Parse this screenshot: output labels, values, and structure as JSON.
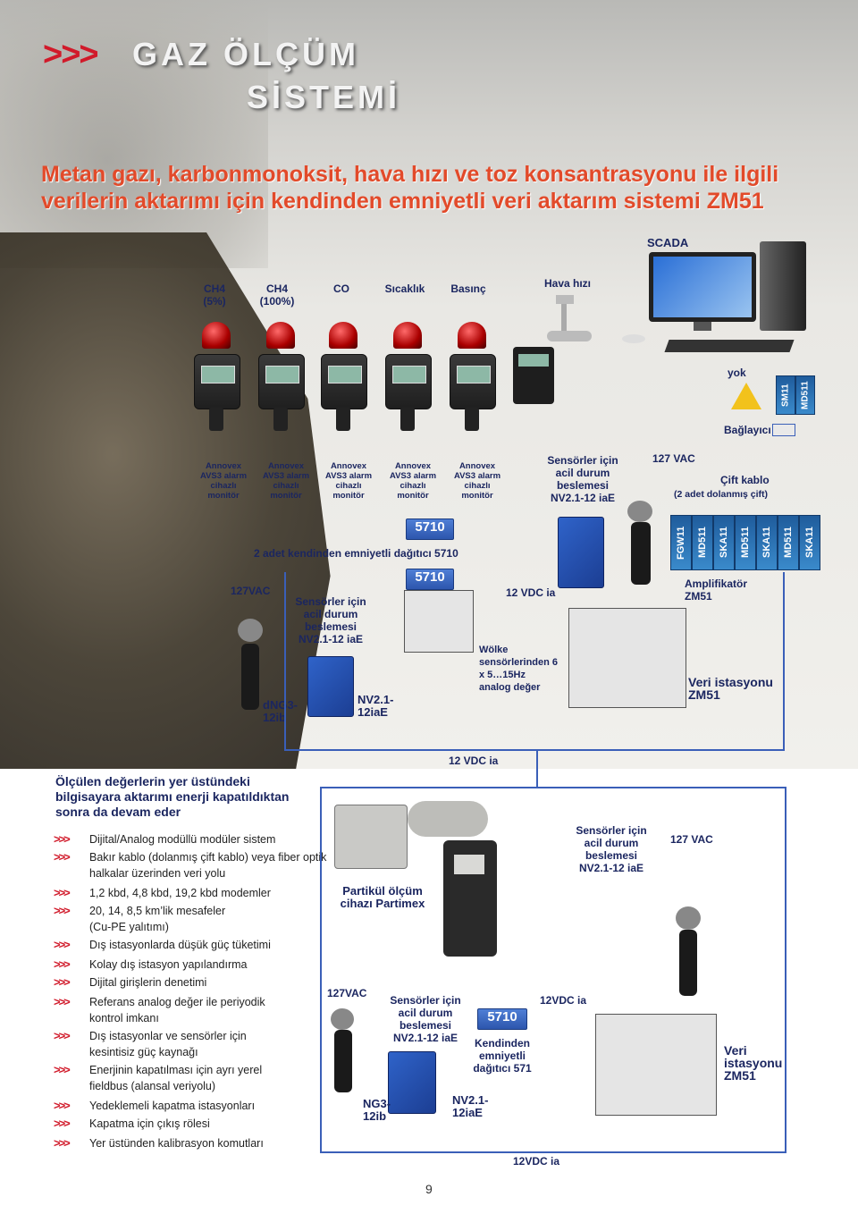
{
  "header": {
    "arrows": ">>>",
    "title_line1": "GAZ ÖLÇÜM",
    "title_line2": "SİSTEMİ",
    "subtitle": "Metan gazı, karbonmonoksit, hava hızı ve toz konsantrasyonu ile ilgili verilerin aktarımı için kendinden emniyetli veri aktarım sistemi ZM51"
  },
  "top_diagram": {
    "scada_label": "SCADA",
    "sensors": [
      {
        "label": "CH4\n(5%)",
        "caption": "Annovex AVS3 alarm cihazlı monitör"
      },
      {
        "label": "CH4\n(100%)",
        "caption": "Annovex AVS3 alarm cihazlı monitör"
      },
      {
        "label": "CO",
        "caption": "Annovex AVS3 alarm cihazlı monitör"
      },
      {
        "label": "Sıcaklık",
        "caption": "Annovex AVS3 alarm cihazlı monitör"
      },
      {
        "label": "Basınç",
        "caption": "Annovex AVS3 alarm cihazlı monitör"
      }
    ],
    "hava_hizi": "Hava hızı",
    "yok": "yok",
    "sm11": "SM11",
    "md511_top": "MD511",
    "baglayici": "Bağlayıcı",
    "sensor_power_top": "Sensörler için acil durum beslemesi NV2.1-12 iaE",
    "vac_top": "127 VAC",
    "cift_kablo": "Çift kablo",
    "cift_kablo_sub": "(2 adet dolanmış çift)",
    "strips": [
      "FGW11",
      "MD511",
      "SKA11",
      "MD511",
      "SKA11",
      "MD511",
      "SKA11"
    ],
    "badge1": "5710",
    "dagitici": "2 adet kendinden emniyetli dağıtıcı 5710",
    "badge2": "5710",
    "vac_mid": "127VAC",
    "sensor_power_mid": "Sensörler için acil durum beslemesi NV2.1-12 iaE",
    "dng": "dNG3-\n12ib",
    "nv": "NV2.1-\n12iaE",
    "vdc_mid": "12 VDC ia",
    "wolke": "Wölke sensörlerinden 6 x 5…15Hz analog değer",
    "amplifikator": "Amplifikatör ZM51",
    "veri_istasyonu": "Veri istasyonu ZM51",
    "vdc_bottom": "12 VDC ia"
  },
  "features": {
    "heading": "Ölçülen değerlerin yer üstündeki bilgisayara aktarımı enerji kapatıldıktan sonra da devam eder",
    "items": [
      "Dijital/Analog modüllü modüler sistem",
      "Bakır kablo (dolanmış çift kablo) veya fiber optik halkalar üzerinden veri yolu",
      "1,2 kbd, 4,8 kbd, 19,2 kbd modemler",
      "20, 14, 8,5 km’lik mesafeler (Cu-PE yalıtımı)",
      "Dış istasyonlarda düşük güç tüketimi",
      "Kolay dış istasyon yapılandırma",
      "Dijital girişlerin denetimi",
      "Referans analog değer ile periyodik kontrol imkanı",
      "Dış istasyonlar ve sensörler için kesintisiz güç kaynağı",
      "Enerjinin kapatılması için ayrı yerel fieldbus (alansal veriyolu)",
      "Yedeklemeli kapatma istasyonları",
      "Kapatma için çıkış rölesi",
      "Yer üstünden kalibrasyon komutları"
    ]
  },
  "bottom_diagram": {
    "partikul": "Partikül ölçüm cihazı Partimex",
    "sensor_power_right": "Sensörler için acil durum beslemesi NV2.1-12 iaE",
    "vac_right": "127 VAC",
    "vac_left": "127VAC",
    "sensor_power_left": "Sensörler için acil durum beslemesi NV2.1-12 iaE",
    "badge3": "5710",
    "dagitici_bottom": "Kendinden emniyetli dağıtıcı 571",
    "vdc_12": "12VDC ia",
    "ng": "NG3-\n12ib",
    "nv_bottom": "NV2.1-\n12iaE",
    "veri_bottom": "Veri istasyonu ZM51",
    "vdc_footer": "12VDC ia"
  },
  "page_number": "9",
  "colors": {
    "accent_red": "#d11a2a",
    "subtitle_red": "#e24a2a",
    "label_navy": "#1b2660",
    "line_blue": "#3a5fb8"
  }
}
